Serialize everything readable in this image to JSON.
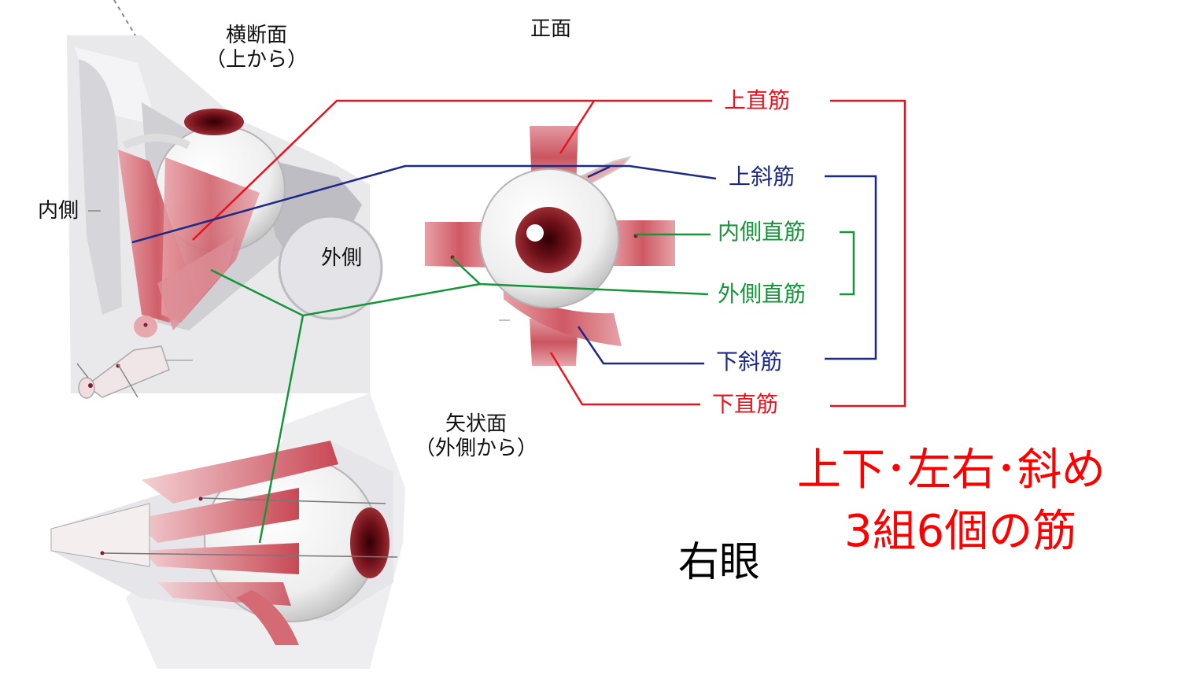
{
  "views": {
    "transverse": {
      "title": "横断面",
      "subtitle": "（上から）"
    },
    "front": {
      "title": "正面"
    },
    "sagittal": {
      "title": "矢状面",
      "subtitle": "（外側から）"
    }
  },
  "orientation": {
    "medial": "内側",
    "lateral": "外側"
  },
  "muscles": {
    "superior_rectus": "上直筋",
    "superior_oblique": "上斜筋",
    "medial_rectus": "内側直筋",
    "lateral_rectus": "外側直筋",
    "inferior_oblique": "下斜筋",
    "inferior_rectus": "下直筋"
  },
  "side_label": "右眼",
  "summary": {
    "line1": "上下･左右･斜め",
    "line2": "3組6個の筋"
  },
  "colors": {
    "rectus_vertical": "#e8131e",
    "oblique": "#1c2a86",
    "rectus_horizontal": "#16953a",
    "summary": "#ff0000"
  }
}
